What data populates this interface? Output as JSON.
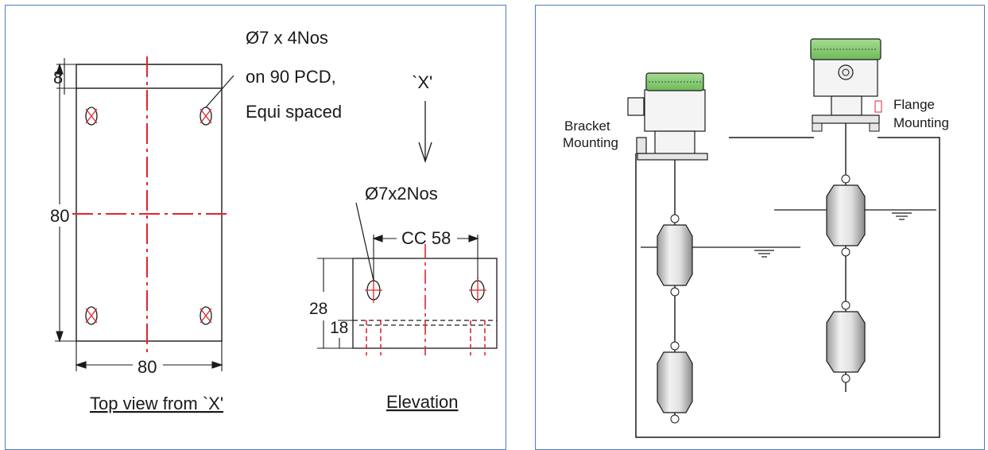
{
  "left_panel": {
    "hole_note_line1": "Ø7 x 4Nos",
    "hole_note_line2": "on 90 PCD,",
    "hole_note_line3": "Equi spaced",
    "dim_top": "8",
    "dim_side": "80",
    "dim_bottom": "80",
    "top_view_caption": "Top view from `X'",
    "view_arrow_label": "`X'",
    "slot_note": "Ø7x2Nos",
    "dim_cc": "CC 58",
    "dim_height_28": "28",
    "dim_height_18": "18",
    "elevation_caption": "Elevation"
  },
  "right_panel": {
    "bracket_label_line1": "Bracket",
    "bracket_label_line2": "Mounting",
    "flange_label_line1": "Flange",
    "flange_label_line2": "Mounting"
  },
  "colors": {
    "border": "#4f7ec0",
    "centerline": "#e0262b",
    "switch_head": "#8ccc7a",
    "float_body": "#d9d9d9",
    "line": "#1a1a1a"
  }
}
